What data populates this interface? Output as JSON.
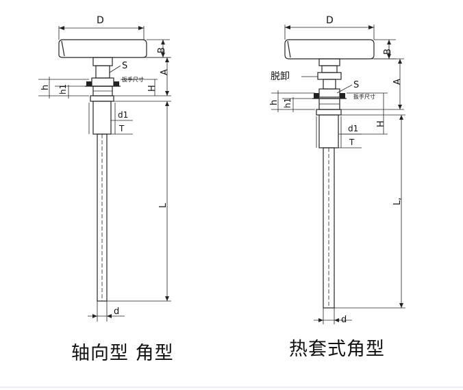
{
  "left_figure": {
    "caption": "轴向型 角型",
    "labels": {
      "D": "D",
      "B": "B",
      "A": "A",
      "S": "S",
      "wrench": "扳手尺寸",
      "h": "h",
      "h1": "h1",
      "H": "H",
      "d1": "d1",
      "T": "T",
      "L": "L",
      "d": "d"
    }
  },
  "right_figure": {
    "caption": "热套式角型",
    "labels": {
      "D": "D",
      "B": "B",
      "A": "A",
      "detach": "脱卸",
      "S": "S",
      "wrench": "扳手尺寸",
      "h": "h",
      "h1": "h1",
      "H": "H",
      "d1": "d1",
      "T": "T",
      "L": "L,",
      "d": "d"
    }
  }
}
